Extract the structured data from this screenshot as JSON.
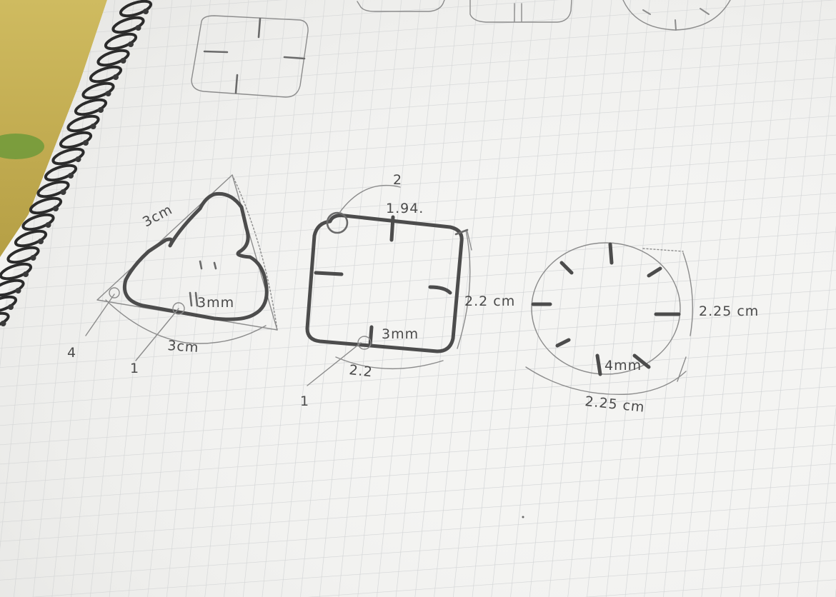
{
  "colors": {
    "paper": "#f3f3f1",
    "grid": "#c9ccce",
    "pencil": "#4c4c4c",
    "desk": "#c9b45a",
    "leaf": "#6f9a3a",
    "spiral": "#2b2b2b"
  },
  "annotations": {
    "triangle": {
      "side_top": "3cm",
      "notch": "3mm",
      "base": "3cm",
      "corner_a": "4",
      "corner_b": "1"
    },
    "square": {
      "corner_top": "2",
      "top_width": "1.94.",
      "notch": "3mm",
      "side": "2.2 cm",
      "base": "2.2",
      "corner_bottom": "1"
    },
    "circle": {
      "notch": "4mm",
      "diameter_side": "2.25 cm",
      "diameter_base": "2.25 cm"
    }
  }
}
